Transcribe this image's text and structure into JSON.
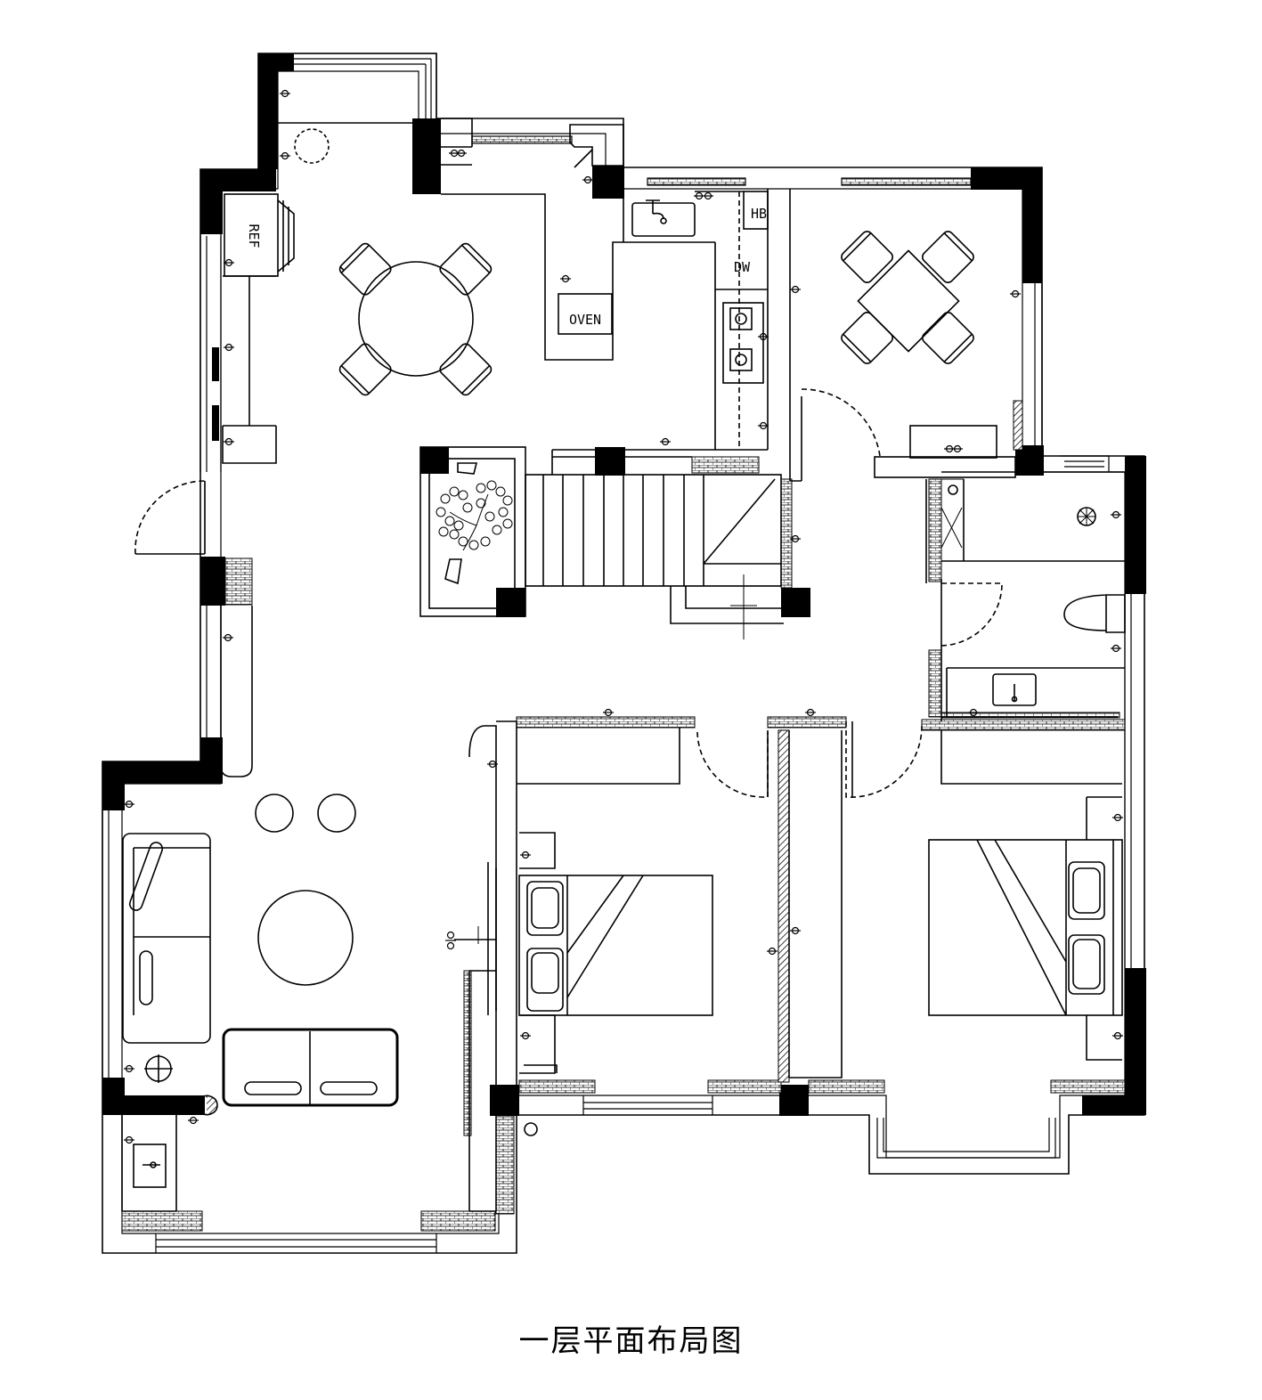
{
  "title": "一层平面布局图",
  "labels": {
    "ref": "REF",
    "oven": "OVEN",
    "dw": "DW",
    "hb": "HB"
  },
  "colors": {
    "wall": "#000000",
    "line": "#000000",
    "background": "#ffffff"
  }
}
